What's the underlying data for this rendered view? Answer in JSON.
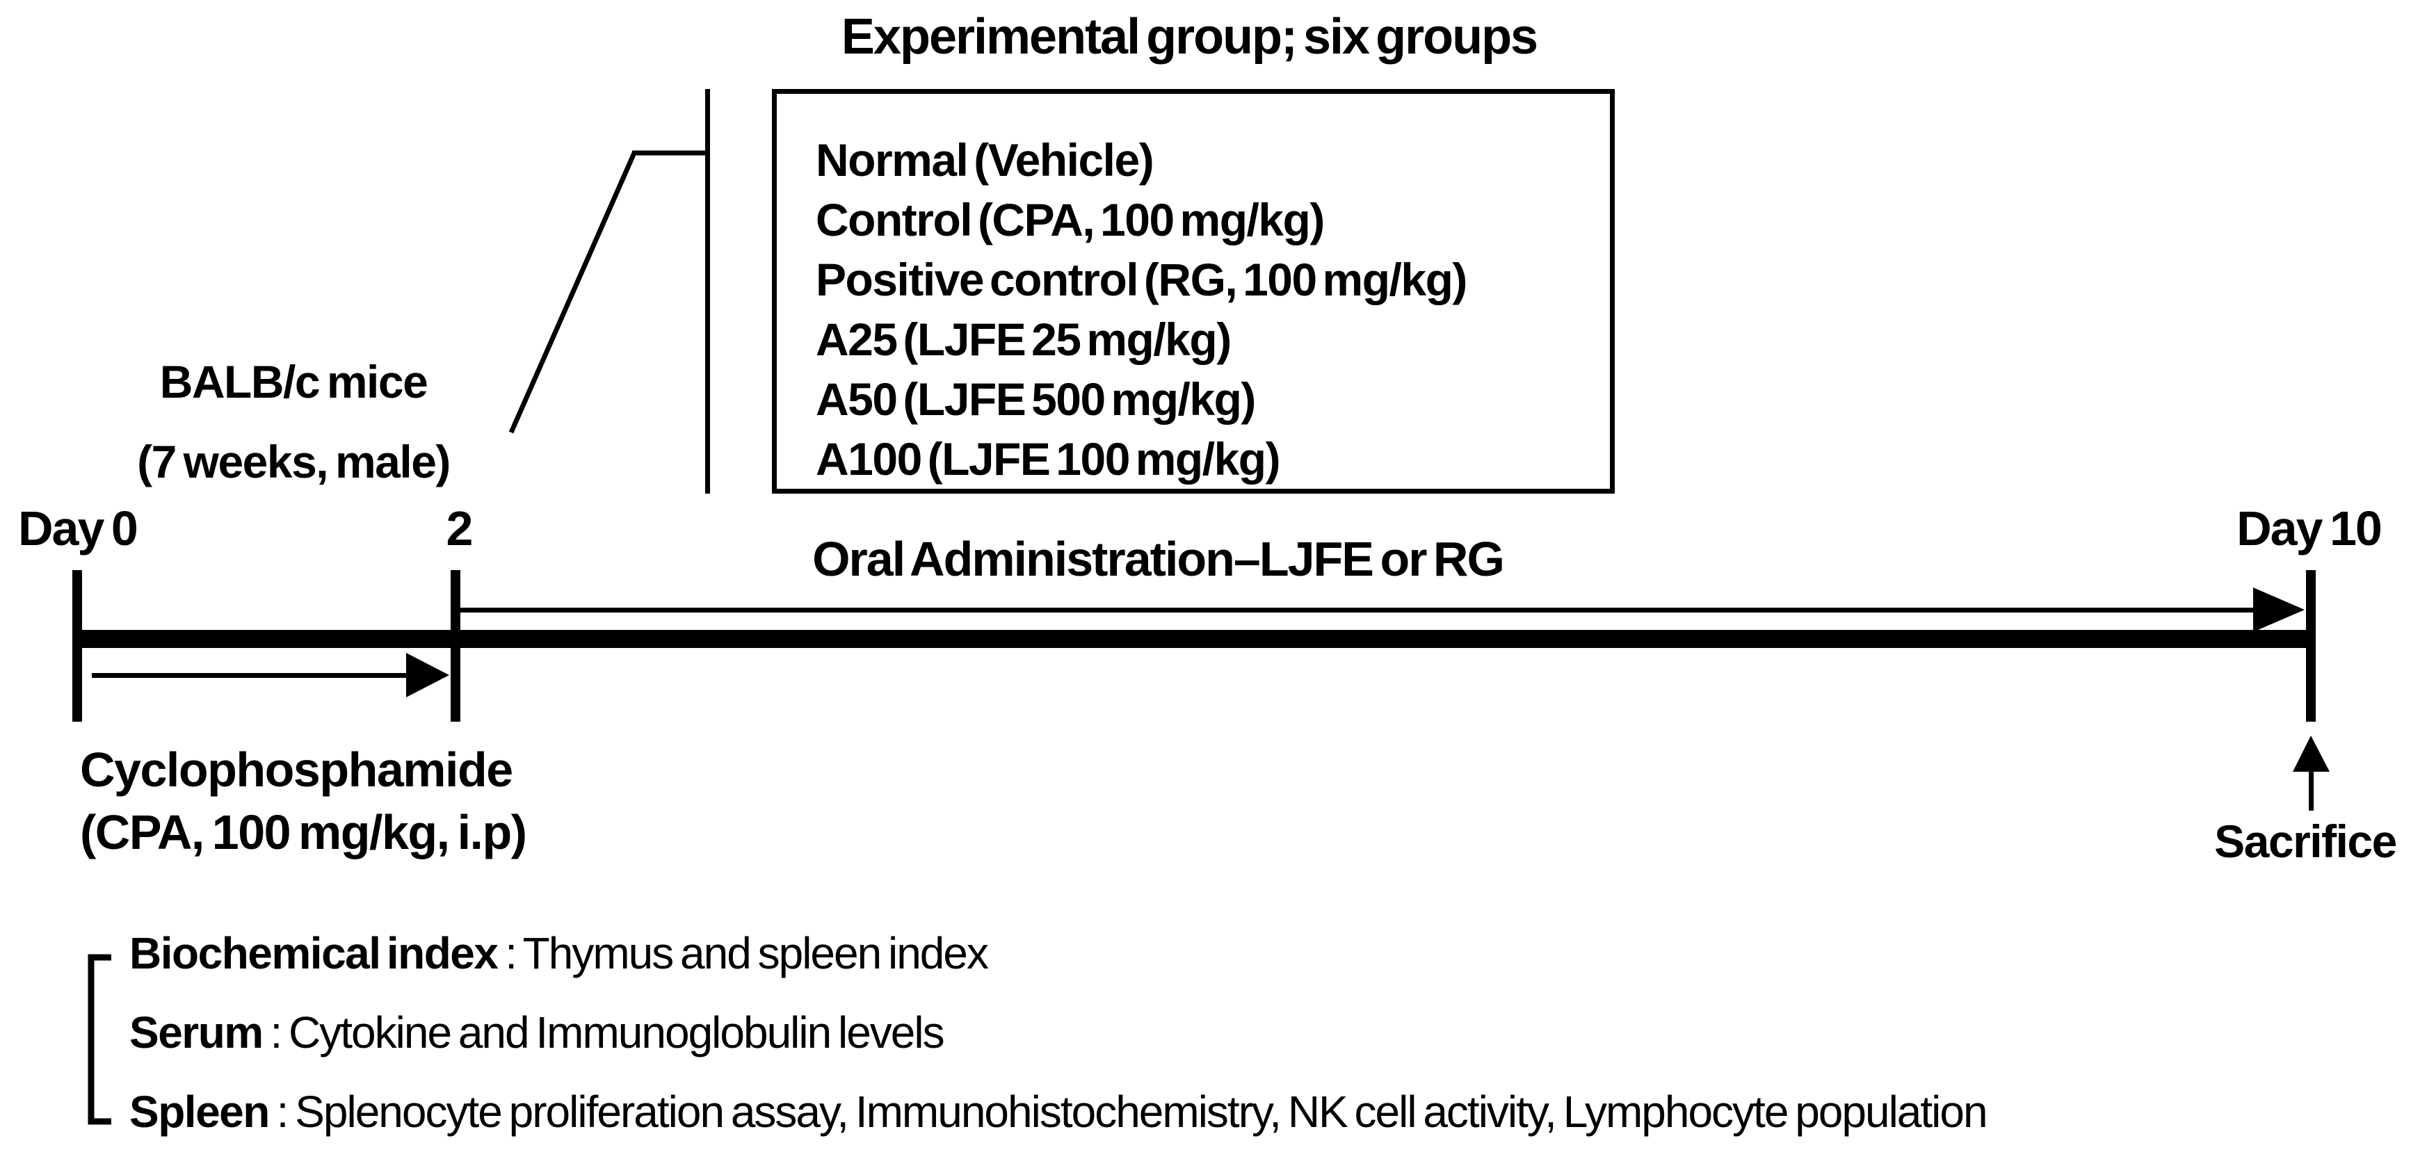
{
  "title": "Experimental group; six groups",
  "groups": {
    "items": [
      "Normal (Vehicle)",
      "Control (CPA, 100 mg/kg)",
      "Positive control (RG, 100 mg/kg)",
      "A25 (LJFE 25 mg/kg)",
      "A50 (LJFE 500 mg/kg)",
      "A100 (LJFE 100 mg/kg)"
    ]
  },
  "subject": {
    "line1": "BALB/c mice",
    "line2": "(7 weeks, male)"
  },
  "timeline": {
    "start_label": "Day 0",
    "cpa_end_label": "2",
    "end_label": "Day 10",
    "oral_administration_label": "Oral Administration–LJFE or RG",
    "cpa_label_line1": "Cyclophosphamide",
    "cpa_label_line2": "(CPA, 100 mg/kg, i.p)",
    "sacrifice_label": "Sacrifice"
  },
  "endpoints": [
    {
      "category": "Biochemical index",
      "separator": " : ",
      "description": "Thymus and spleen index"
    },
    {
      "category": "Serum",
      "separator": " : ",
      "description": "Cytokine and Immunoglobulin levels"
    },
    {
      "category": "Spleen",
      "separator": " : ",
      "description": "Splenocyte proliferation assay, Immunohistochemistry, NK cell activity,  Lymphocyte population"
    }
  ],
  "colors": {
    "ink": "#000000",
    "background": "#ffffff"
  }
}
